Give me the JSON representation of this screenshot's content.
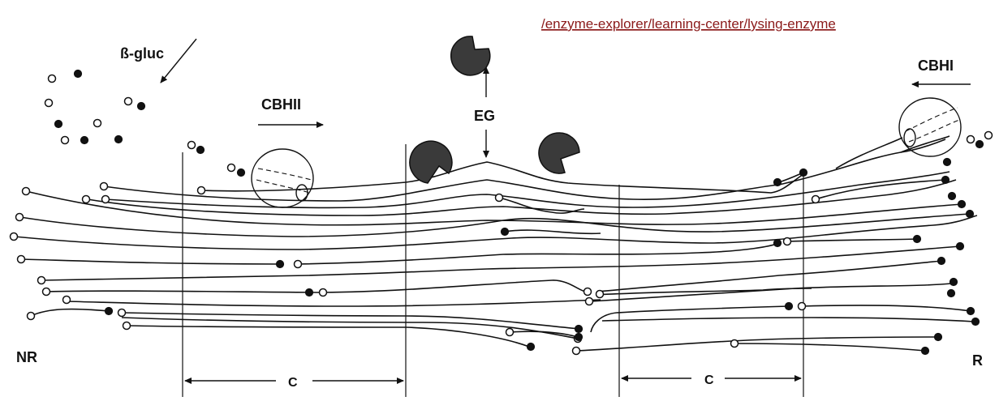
{
  "link": {
    "line1": "/enzyme-explorer/learning-center/lysing-enzyme"
  },
  "labels": {
    "beta_gluc": "ß-gluc",
    "cbhii": "CBHII",
    "eg": "EG",
    "cbhi": "CBHI",
    "nr": "NR",
    "r": "R",
    "c_left": "C",
    "c_right": "C"
  }
}
